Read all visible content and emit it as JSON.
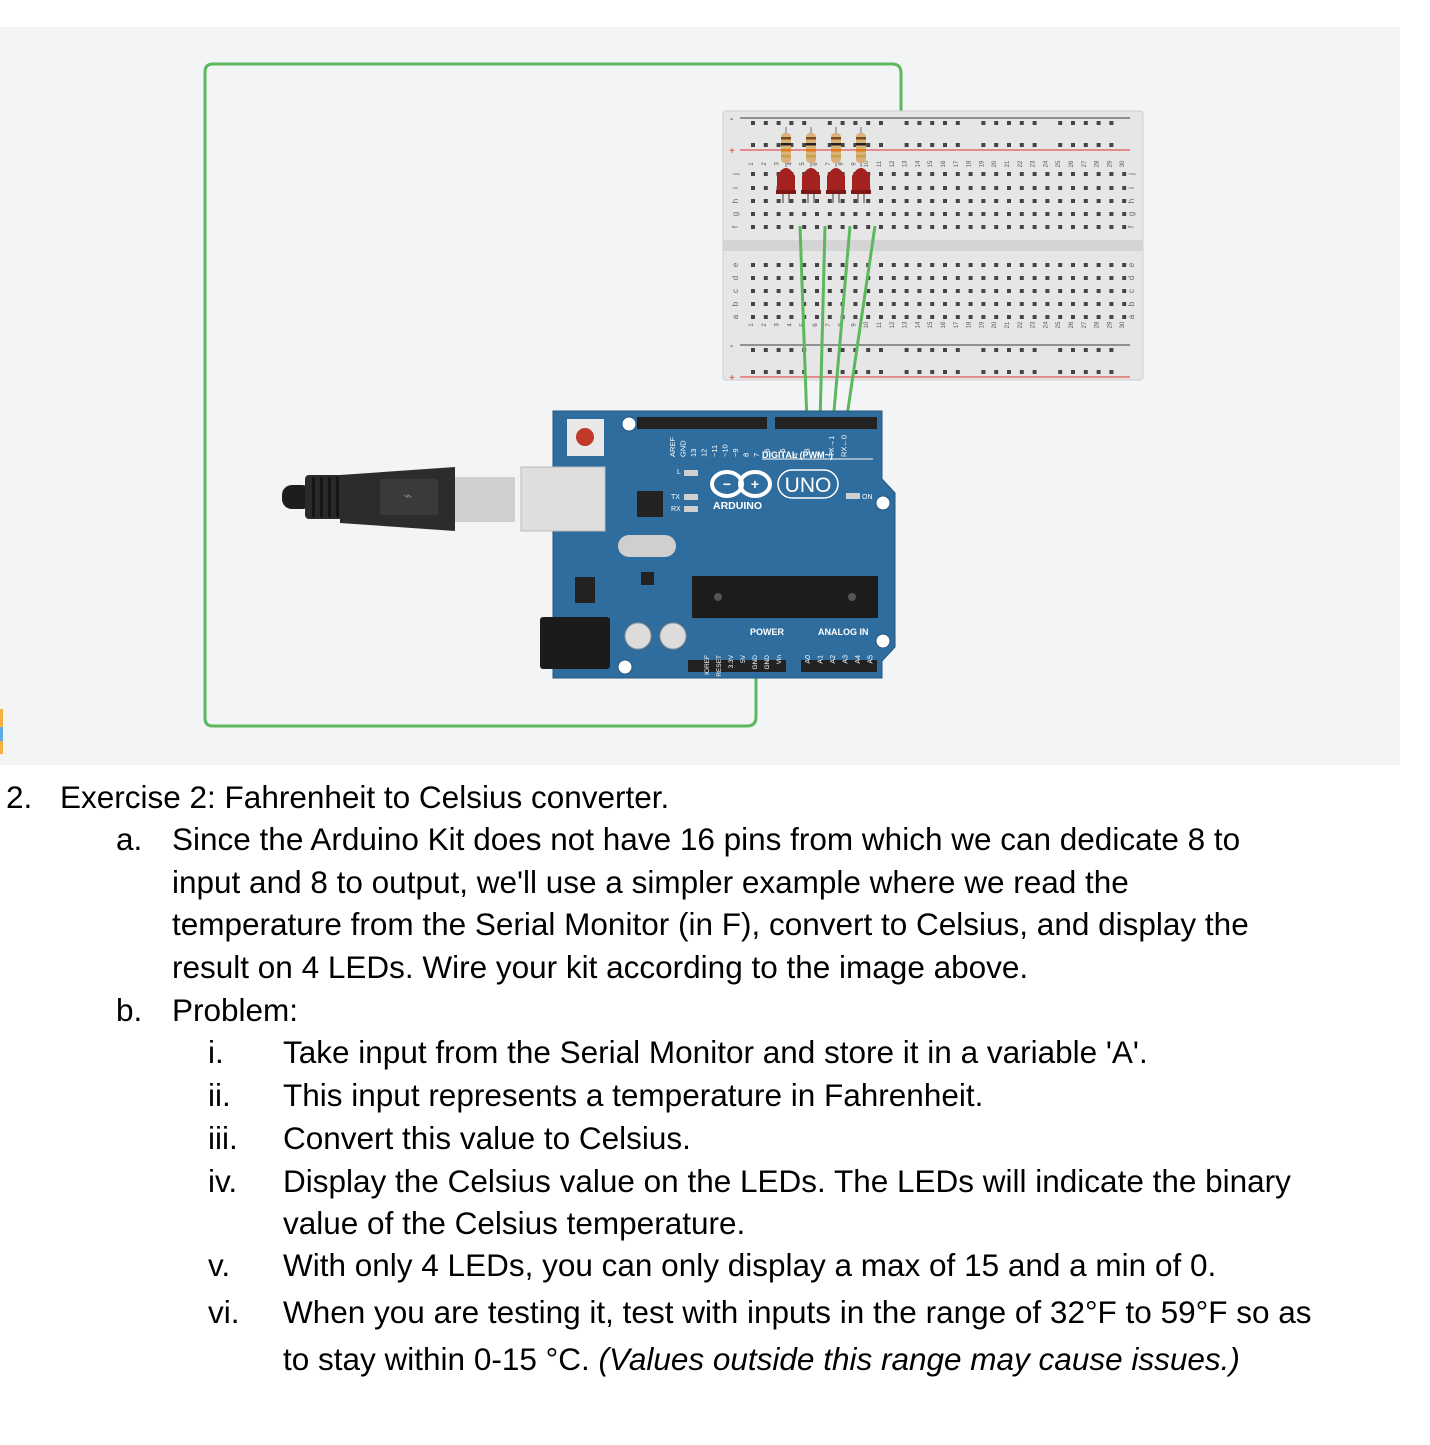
{
  "figure": {
    "breadboard": {
      "columns": [
        "1",
        "2",
        "3",
        "4",
        "5",
        "6",
        "7",
        "8",
        "9",
        "10",
        "11",
        "12",
        "13",
        "14",
        "15",
        "16",
        "17",
        "18",
        "19",
        "20",
        "21",
        "22",
        "23",
        "24",
        "25",
        "26",
        "27",
        "28",
        "29",
        "30"
      ],
      "rows_top": [
        "j",
        "i",
        "h",
        "g",
        "f"
      ],
      "rows_bottom": [
        "e",
        "d",
        "c",
        "b",
        "a"
      ],
      "rail_plus": "+",
      "rail_minus": "-"
    },
    "arduino": {
      "brand": "ARDUINO",
      "model": "UNO",
      "digital_label": "DIGITAL (PWM~)",
      "power_label": "POWER",
      "analog_label": "ANALOG IN",
      "on_label": "ON",
      "l_label": "L",
      "tx_label": "TX",
      "rx_label": "RX",
      "digital_pins": [
        "AREF",
        "GND",
        "13",
        "12",
        "~11",
        "~10",
        "~9",
        "8",
        "7",
        "~6",
        "~5",
        "4",
        "~3",
        "2",
        "TX→1",
        "RX←0"
      ],
      "power_pins": [
        "IOREF",
        "RESET",
        "3.3V",
        "5V",
        "GND",
        "GND",
        "Vin"
      ],
      "analog_pins": [
        "A0",
        "A1",
        "A2",
        "A3",
        "A4",
        "A5"
      ]
    },
    "colors": {
      "wire": "#5cb85c",
      "board": "#2f6d9e",
      "led": "#a3221f",
      "background": "#f3f4f6"
    }
  },
  "exercise": {
    "number": "2.",
    "title": "Exercise 2: Fahrenheit to Celsius converter.",
    "a_marker": "a.",
    "a_lines": [
      "Since the Arduino Kit does not have 16 pins from which we can dedicate 8 to",
      "input and 8 to output, we'll use a simpler example where we read the",
      "temperature from the Serial Monitor (in F), convert to Celsius, and display the",
      "result on 4 LEDs. Wire your kit according to the image above."
    ],
    "b_marker": "b.",
    "b_text": "Problem:",
    "steps": [
      {
        "marker": "i.",
        "lines": [
          "Take input from the Serial Monitor and store it in a variable 'A'."
        ]
      },
      {
        "marker": "ii.",
        "lines": [
          "This input represents a temperature in Fahrenheit."
        ]
      },
      {
        "marker": "iii.",
        "lines": [
          "Convert this value to Celsius."
        ]
      },
      {
        "marker": "iv.",
        "lines": [
          "Display the Celsius value on the LEDs. The LEDs will indicate the binary",
          "value of the Celsius temperature."
        ]
      },
      {
        "marker": "v.",
        "lines": [
          "With only 4 LEDs, you can only display a max of 15 and a min of 0."
        ]
      },
      {
        "marker": "vi.",
        "lines": [
          "When you are testing it, test with inputs in the range of 32°F to 59°F so as"
        ]
      }
    ],
    "last_line_plain": "to stay within 0-15 °C. ",
    "last_line_italic": "(Values outside this range may cause issues.)"
  }
}
